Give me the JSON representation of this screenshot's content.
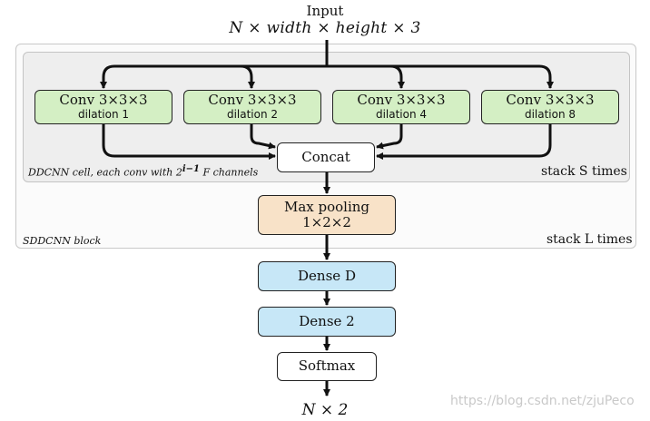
{
  "input": {
    "title": "Input",
    "formula": "N × width × height × 3"
  },
  "conv_blocks": [
    {
      "line1": "Conv 3×3×3",
      "line2": "dilation 1"
    },
    {
      "line1": "Conv 3×3×3",
      "line2": "dilation 2"
    },
    {
      "line1": "Conv 3×3×3",
      "line2": "dilation 4"
    },
    {
      "line1": "Conv 3×3×3",
      "line2": "dilation 8"
    }
  ],
  "concat": {
    "label": "Concat"
  },
  "ddcnn_cell": {
    "caption_prefix": "DDCNN cell, each conv with 2",
    "caption_exp": "i−1",
    "caption_suffix": " F channels",
    "repeat": "stack S times"
  },
  "max_pool": {
    "line1": "Max pooling",
    "line2": "1×2×2"
  },
  "sddcnn_block": {
    "caption": "SDDCNN block",
    "repeat": "stack L times"
  },
  "dense_d": {
    "label": "Dense D"
  },
  "dense_2": {
    "label": "Dense 2"
  },
  "softmax": {
    "label": "Softmax"
  },
  "output": {
    "formula": "N × 2"
  },
  "watermark": {
    "text": "https://blog.csdn.net/zjuPeco"
  },
  "colors": {
    "conv": "#d4efc4",
    "pool": "#f8e2c8",
    "dense": "#c7e7f7",
    "line": "#111111"
  }
}
